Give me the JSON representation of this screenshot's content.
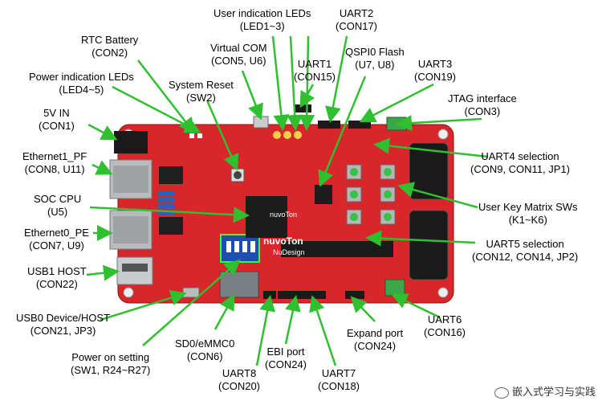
{
  "colors": {
    "pcb": "#d8262a",
    "arrow": "#2fbf2f",
    "chip": "#1d1d1d"
  },
  "board_silk": {
    "logo": "nuvoTon",
    "sub": "NuDesign"
  },
  "labels": {
    "user_leds": [
      "User indication LEDs",
      "(LED1~3)"
    ],
    "uart2": [
      "UART2",
      "(CON17)"
    ],
    "rtc": [
      "RTC Battery",
      "(CON2)"
    ],
    "vcom": [
      "Virtual COM",
      "(CON5, U6)"
    ],
    "uart1": [
      "UART1",
      "(CON15)"
    ],
    "qspi": [
      "QSPI0 Flash",
      "(U7, U8)"
    ],
    "uart3": [
      "UART3",
      "(CON19)"
    ],
    "pwr_leds": [
      "Power indication LEDs",
      "(LED4~5)"
    ],
    "reset": [
      "System Reset",
      "(SW2)"
    ],
    "jtag": [
      "JTAG interface",
      "(CON3)"
    ],
    "in5v": [
      "5V IN",
      "(CON1)"
    ],
    "uart4sel": [
      "UART4 selection",
      "(CON9, CON11, JP1)"
    ],
    "eth1": [
      "Ethernet1_PF",
      "(CON8, U11)"
    ],
    "keys": [
      "User Key Matrix SWs",
      "(K1~K6)"
    ],
    "soc": [
      "SOC CPU",
      "(U5)"
    ],
    "eth0": [
      "Ethernet0_PE",
      "(CON7, U9)"
    ],
    "uart5sel": [
      "UART5 selection",
      "(CON12, CON14, JP2)"
    ],
    "usb1": [
      "USB1 HOST",
      "(CON22)"
    ],
    "usb0": [
      "USB0 Device/HOST",
      "(CON21, JP3)"
    ],
    "uart6": [
      "UART6",
      "(CON16)"
    ],
    "expand": [
      "Expand port",
      "(CON24)"
    ],
    "sd0": [
      "SD0/eMMC0",
      "(CON6)"
    ],
    "ebi": [
      "EBI port",
      "(CON24)"
    ],
    "pwron": [
      "Power on setting",
      "(SW1, R24~R27)"
    ],
    "uart8": [
      "UART8",
      "(CON20)"
    ],
    "uart7": [
      "UART7",
      "(CON18)"
    ]
  },
  "watermark": "嵌入式学习与实践"
}
